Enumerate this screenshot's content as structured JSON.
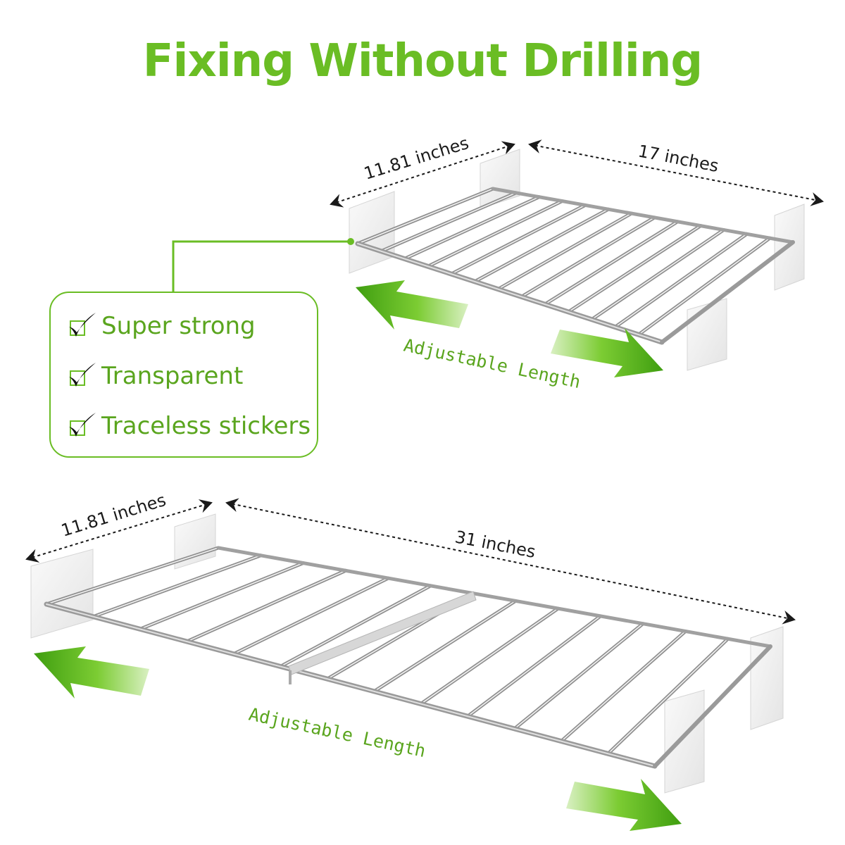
{
  "title": "Fixing Without Drilling",
  "colors": {
    "accent": "#6abd24",
    "text": "#1a1a1a"
  },
  "top_shelf": {
    "depth_label": "11.81 inches",
    "length_label": "17 inches",
    "adjust_label": "Adjustable Length"
  },
  "bottom_shelf": {
    "depth_label": "11.81 inches",
    "length_label": "31 inches",
    "adjust_label": "Adjustable Length"
  },
  "features": [
    {
      "label": "Super strong",
      "icon": "checkbox-check-icon"
    },
    {
      "label": "Transparent",
      "icon": "checkbox-check-icon"
    },
    {
      "label": "Traceless stickers",
      "icon": "checkbox-check-icon"
    }
  ]
}
